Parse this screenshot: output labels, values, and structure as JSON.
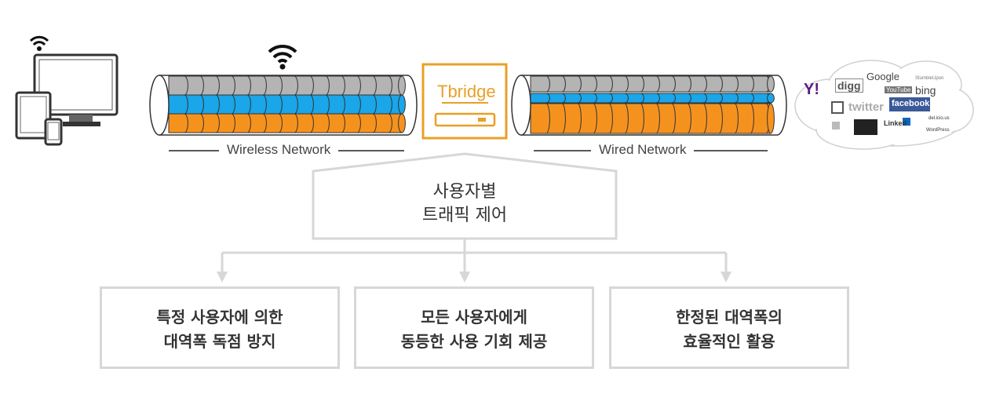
{
  "wireless_label": "Wireless Network",
  "wired_label": "Wired Network",
  "device_name": "Tbridge",
  "center_box": {
    "line1": "사용자별",
    "line2": "트래픽 제어"
  },
  "benefits": [
    {
      "line1": "특정 사용자에 의한",
      "line2": "대역폭 독점 방지"
    },
    {
      "line1": "모든 사용자에게",
      "line2": "동등한 사용 기회 제공"
    },
    {
      "line1": "한정된 대역폭의",
      "line2": "효율적인 활용"
    }
  ],
  "cloud_services": {
    "yahoo": "Y!",
    "digg": "digg",
    "google": "Google",
    "stumbleupon": "StumbleUpon",
    "youtube": "YouTube",
    "bing": "bing",
    "twitter": "twitter",
    "facebook": "facebook",
    "linkedin": "Linked",
    "delicious": "del.icio.us",
    "wordpress": "WordPress"
  },
  "colors": {
    "orange": "#f5921e",
    "blue": "#1aa6e8",
    "gray": "#b4b4b4",
    "tbridge": "#e8a028",
    "box_border": "#d7d7d7"
  },
  "icons": [
    "wifi-icon",
    "monitor-icon",
    "tablet-icon",
    "phone-icon",
    "router-icon",
    "cloud-icon"
  ]
}
